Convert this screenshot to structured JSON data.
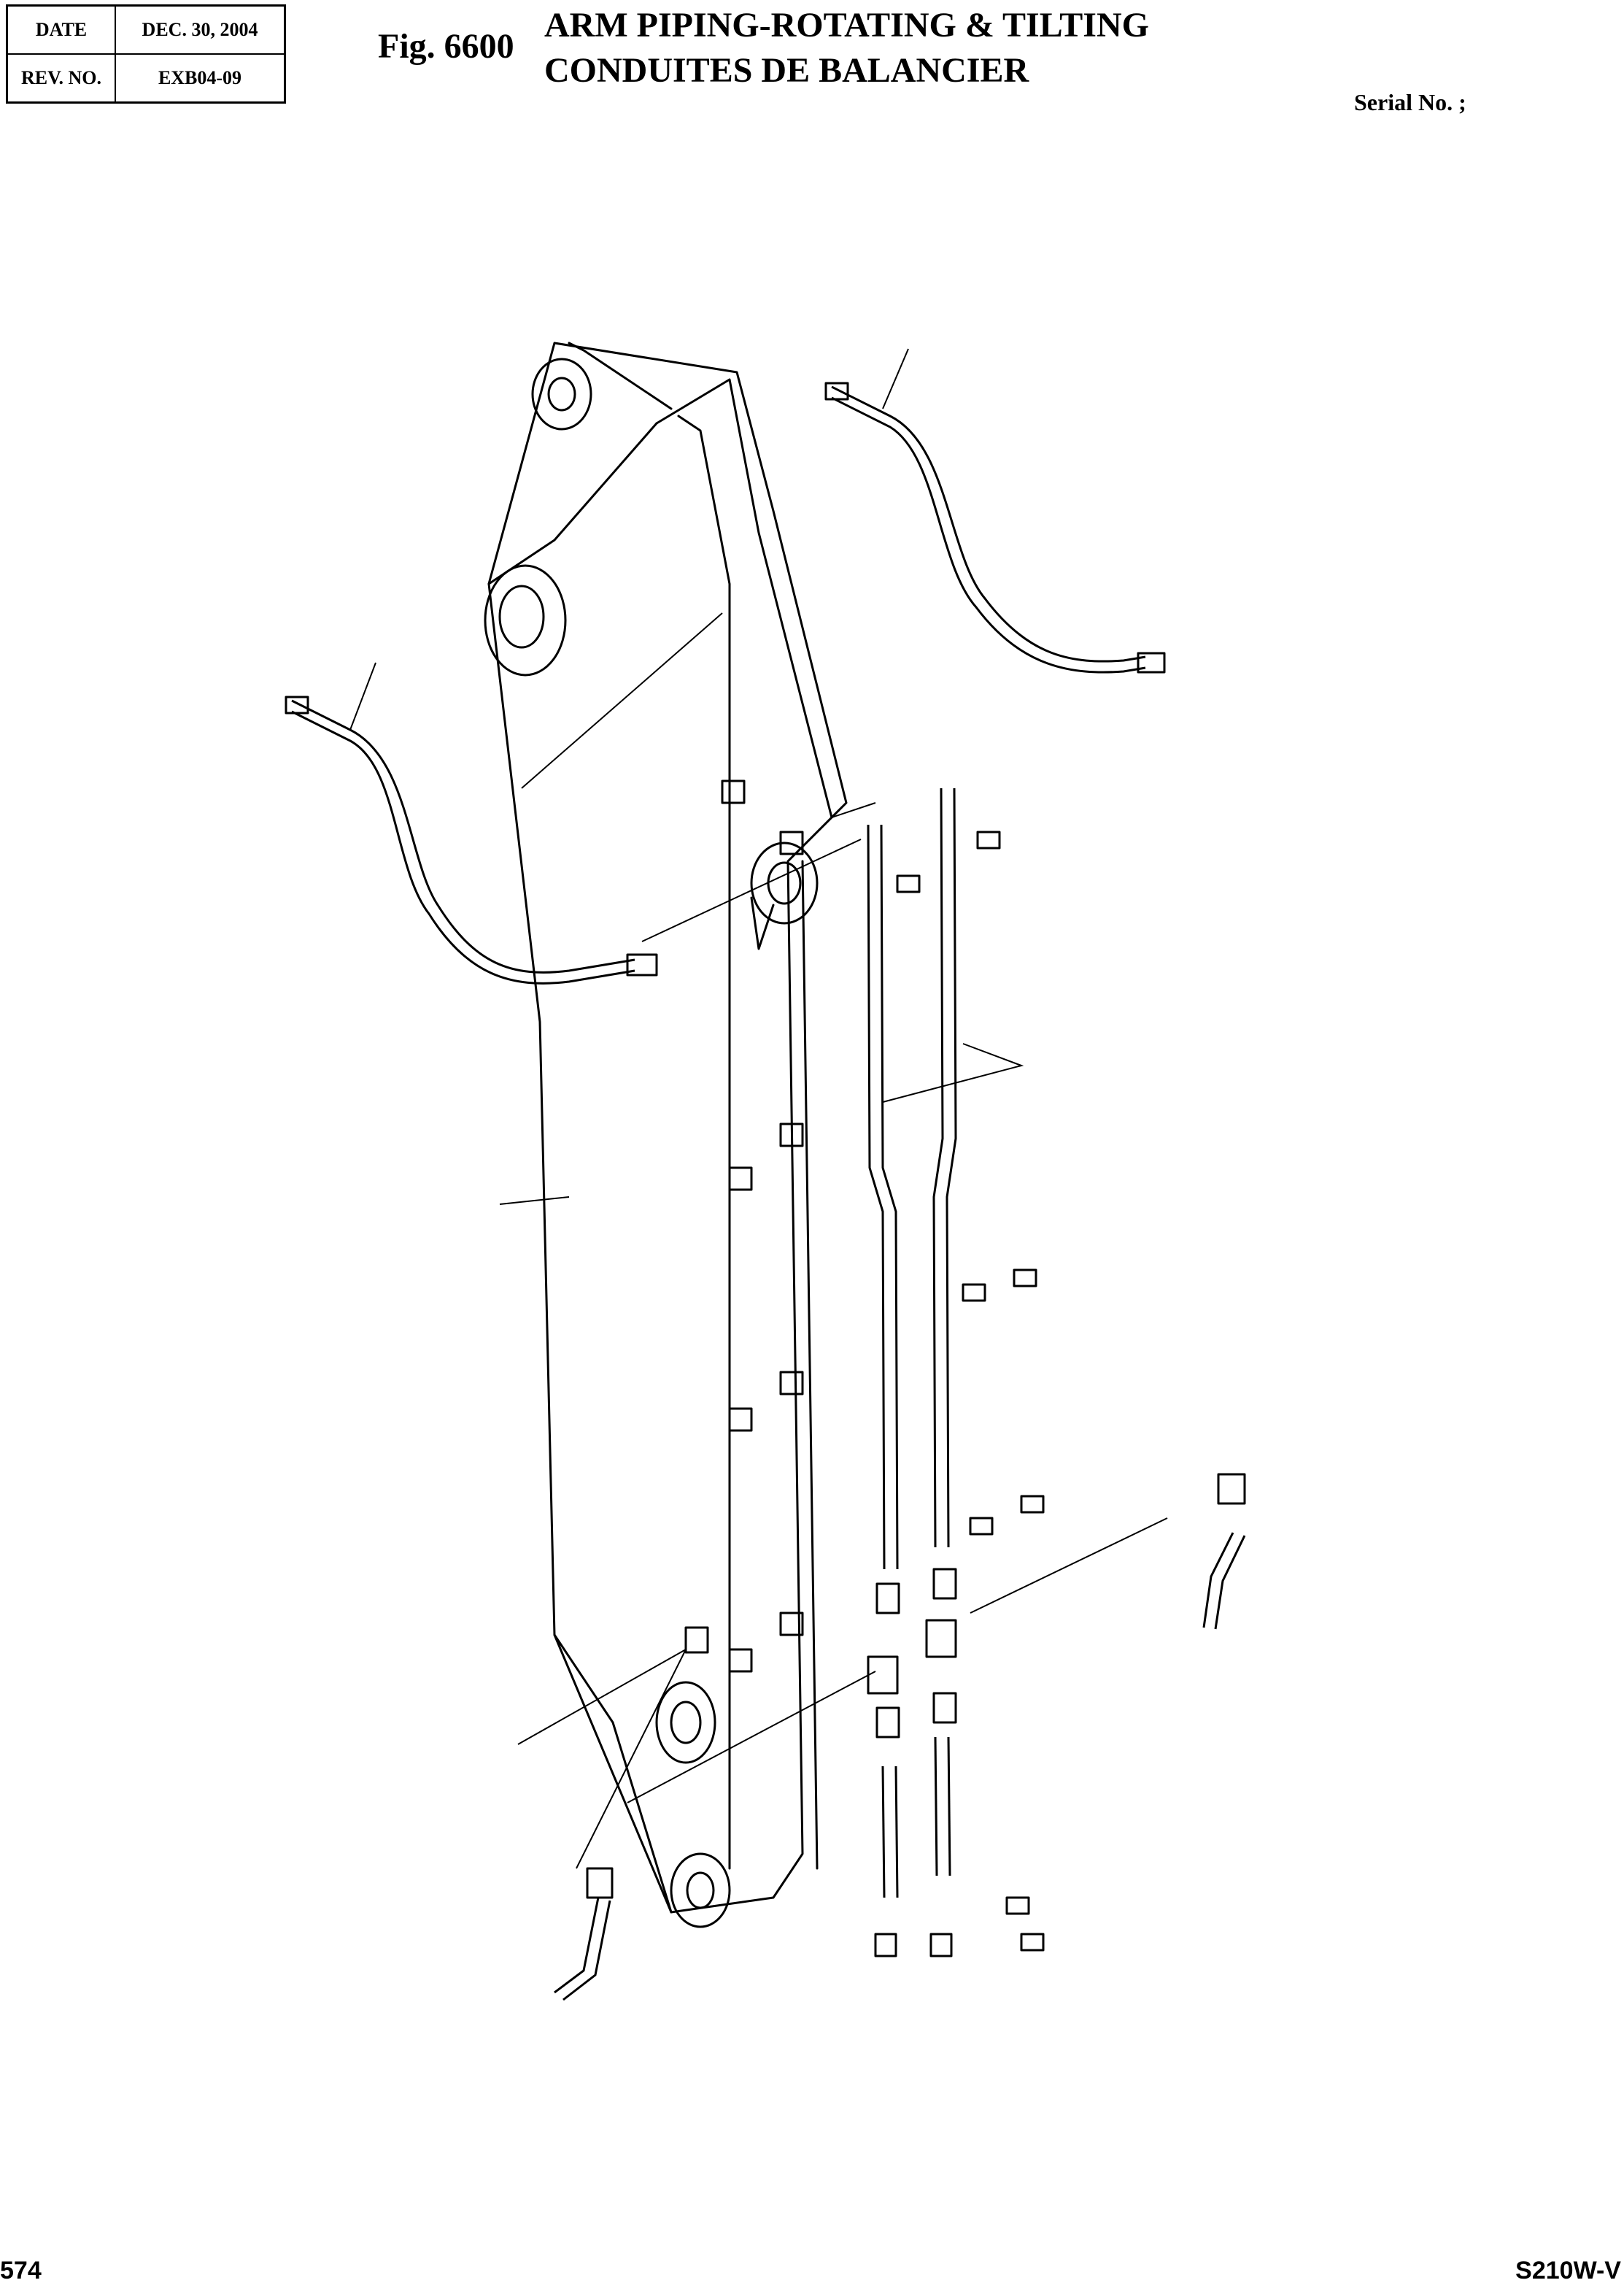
{
  "header": {
    "date_label": "DATE",
    "date_value": "DEC. 30, 2004",
    "rev_label": "REV. NO.",
    "rev_value": "EXB04-09"
  },
  "figure": {
    "number": "Fig. 6600",
    "title_en": "ARM PIPING-ROTATING & TILTING",
    "title_fr": "CONDUITES DE BALANCIER",
    "serial": "Serial No. ;"
  },
  "footer": {
    "page": "574",
    "model": "S210W-V"
  }
}
